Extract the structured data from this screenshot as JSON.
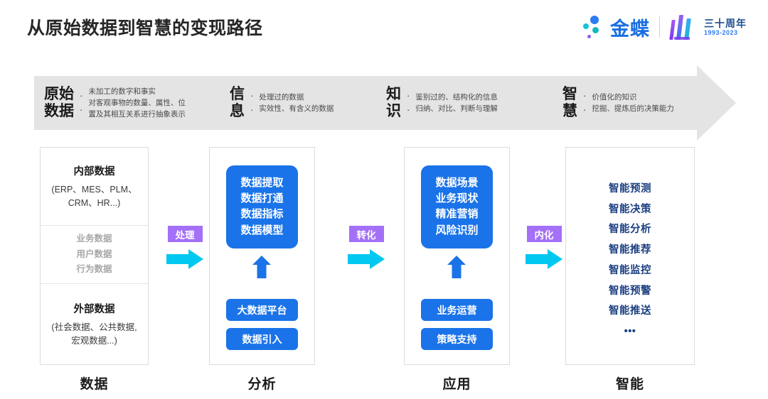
{
  "header": {
    "title": "从原始数据到智慧的变现路径",
    "brand_name": "金蝶",
    "anniversary_cn": "三十周年",
    "anniversary_years": "1993-2023"
  },
  "band": {
    "stages": [
      {
        "key": "原始\n数据",
        "bullets": [
          "·",
          "·"
        ],
        "desc": [
          "未加工的数字和事实",
          "对客观事物的数量、属性、位",
          "置及其相互关系进行抽象表示"
        ]
      },
      {
        "key": "信\n息",
        "bullets": [
          "·",
          "·"
        ],
        "desc": [
          "处理过的数据",
          "实效性、有含义的数据"
        ]
      },
      {
        "key": "知\n识",
        "bullets": [
          "·",
          "·"
        ],
        "desc": [
          "鉴别过的、结构化的信息",
          "归纳、对比、判断与理解"
        ]
      },
      {
        "key": "智\n慧",
        "bullets": [
          "·",
          "·"
        ],
        "desc": [
          "价值化的知识",
          "挖掘、提炼后的决策能力"
        ]
      }
    ]
  },
  "columns": [
    {
      "bottom_label": "数据",
      "top_title": "内部数据",
      "top_line1": "(ERP、MES、PLM、",
      "top_line2": "CRM、HR...)",
      "mid_items": [
        "业务数据",
        "用户数据",
        "行为数据"
      ],
      "bottom_title": "外部数据",
      "bottom_line1": "(社会数据、公共数据,",
      "bottom_line2": "宏观数据...)"
    },
    {
      "bottom_label": "分析",
      "blue_box_lines": [
        "数据提取",
        "数据打通",
        "数据指标",
        "数据模型"
      ],
      "pills": [
        "大数据平台",
        "数据引入"
      ]
    },
    {
      "bottom_label": "应用",
      "blue_box_lines": [
        "数据场景",
        "业务现状",
        "精准营销",
        "风险识别"
      ],
      "pills": [
        "业务运营",
        "策略支持"
      ]
    },
    {
      "bottom_label": "智能",
      "smart_items": [
        "智能预测",
        "智能决策",
        "智能分析",
        "智能推荐",
        "智能监控",
        "智能预警",
        "智能推送"
      ],
      "ellipsis": "•••"
    }
  ],
  "connectors": [
    {
      "label": "处理"
    },
    {
      "label": "转化"
    },
    {
      "label": "内化"
    }
  ],
  "colors": {
    "band_gray": "#e4e4e4",
    "blue": "#1a73e8",
    "purple_badge": "#a370f7",
    "cyan_arrow": "#00c8f0",
    "navy_text": "#1b3f80",
    "brand_blue": "#1a6fe0"
  }
}
